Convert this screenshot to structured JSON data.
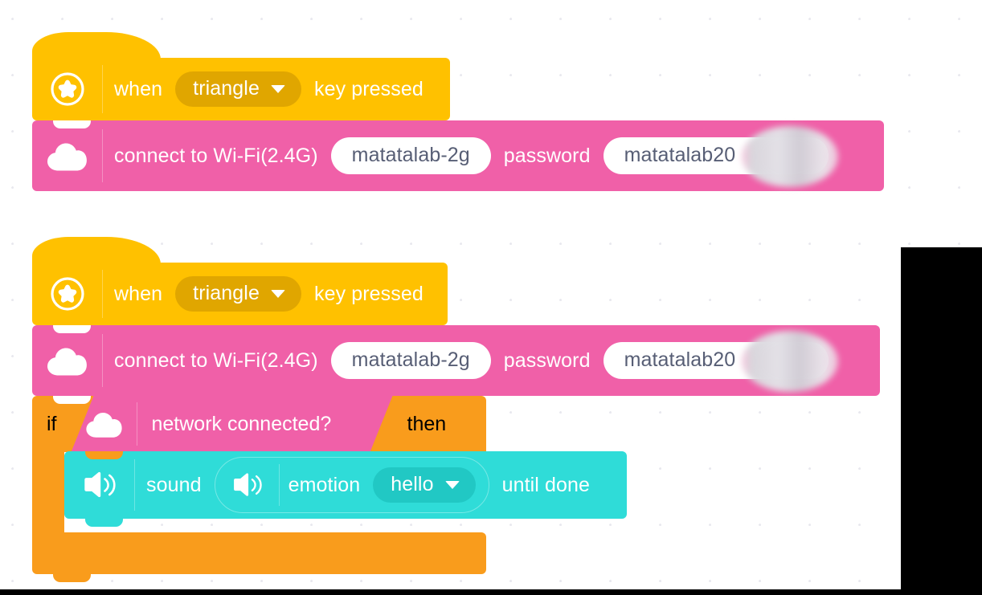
{
  "workspace": {
    "background_color": "#ffffff",
    "grid_dot_color": "#e9e9ef"
  },
  "palette": {
    "events_yellow": "#ffc100",
    "events_dropdown": "#e0a600",
    "network_pink": "#f060a8",
    "control_orange": "#f99c1c",
    "sound_cyan": "#2fdcd8",
    "sound_dropdown": "#21c8c4",
    "text_field_bg": "#ffffff",
    "text_field_fg": "#575e75",
    "occluder_black": "#000000"
  },
  "scripts": [
    {
      "id": "script-1",
      "blocks": [
        {
          "type": "event-hat",
          "name": "when-key-pressed-block",
          "icon": "star-badge-icon",
          "label_before": "when",
          "dropdown": {
            "value": "triangle",
            "icon": "chevron-down-icon"
          },
          "label_after": "key pressed"
        },
        {
          "type": "stack",
          "name": "connect-wifi-block",
          "icon": "cloud-icon",
          "label": "connect to Wi-Fi(2.4G)",
          "ssid_field": "matatalab-2g",
          "password_label": "password",
          "password_field": "matatalab20",
          "password_redacted": true
        }
      ]
    },
    {
      "id": "script-2",
      "blocks": [
        {
          "type": "event-hat",
          "name": "when-key-pressed-block",
          "icon": "star-badge-icon",
          "label_before": "when",
          "dropdown": {
            "value": "triangle",
            "icon": "chevron-down-icon"
          },
          "label_after": "key pressed"
        },
        {
          "type": "stack",
          "name": "connect-wifi-block",
          "icon": "cloud-icon",
          "label": "connect to Wi-Fi(2.4G)",
          "ssid_field": "matatalab-2g",
          "password_label": "password",
          "password_field": "matatalab20",
          "password_redacted": true
        },
        {
          "type": "c-block",
          "name": "if-then-block",
          "label_if": "if",
          "label_then": "then",
          "condition": {
            "type": "boolean",
            "name": "network-connected-block",
            "icon": "cloud-icon",
            "label": "network connected?"
          },
          "body": [
            {
              "type": "stack",
              "name": "play-sound-until-done-block",
              "icon": "speaker-icon",
              "label_1": "sound",
              "inner_icon": "speaker-icon",
              "label_2": "emotion",
              "dropdown": {
                "value": "hello",
                "icon": "chevron-down-icon"
              },
              "label_3": "until done"
            }
          ]
        }
      ]
    }
  ]
}
